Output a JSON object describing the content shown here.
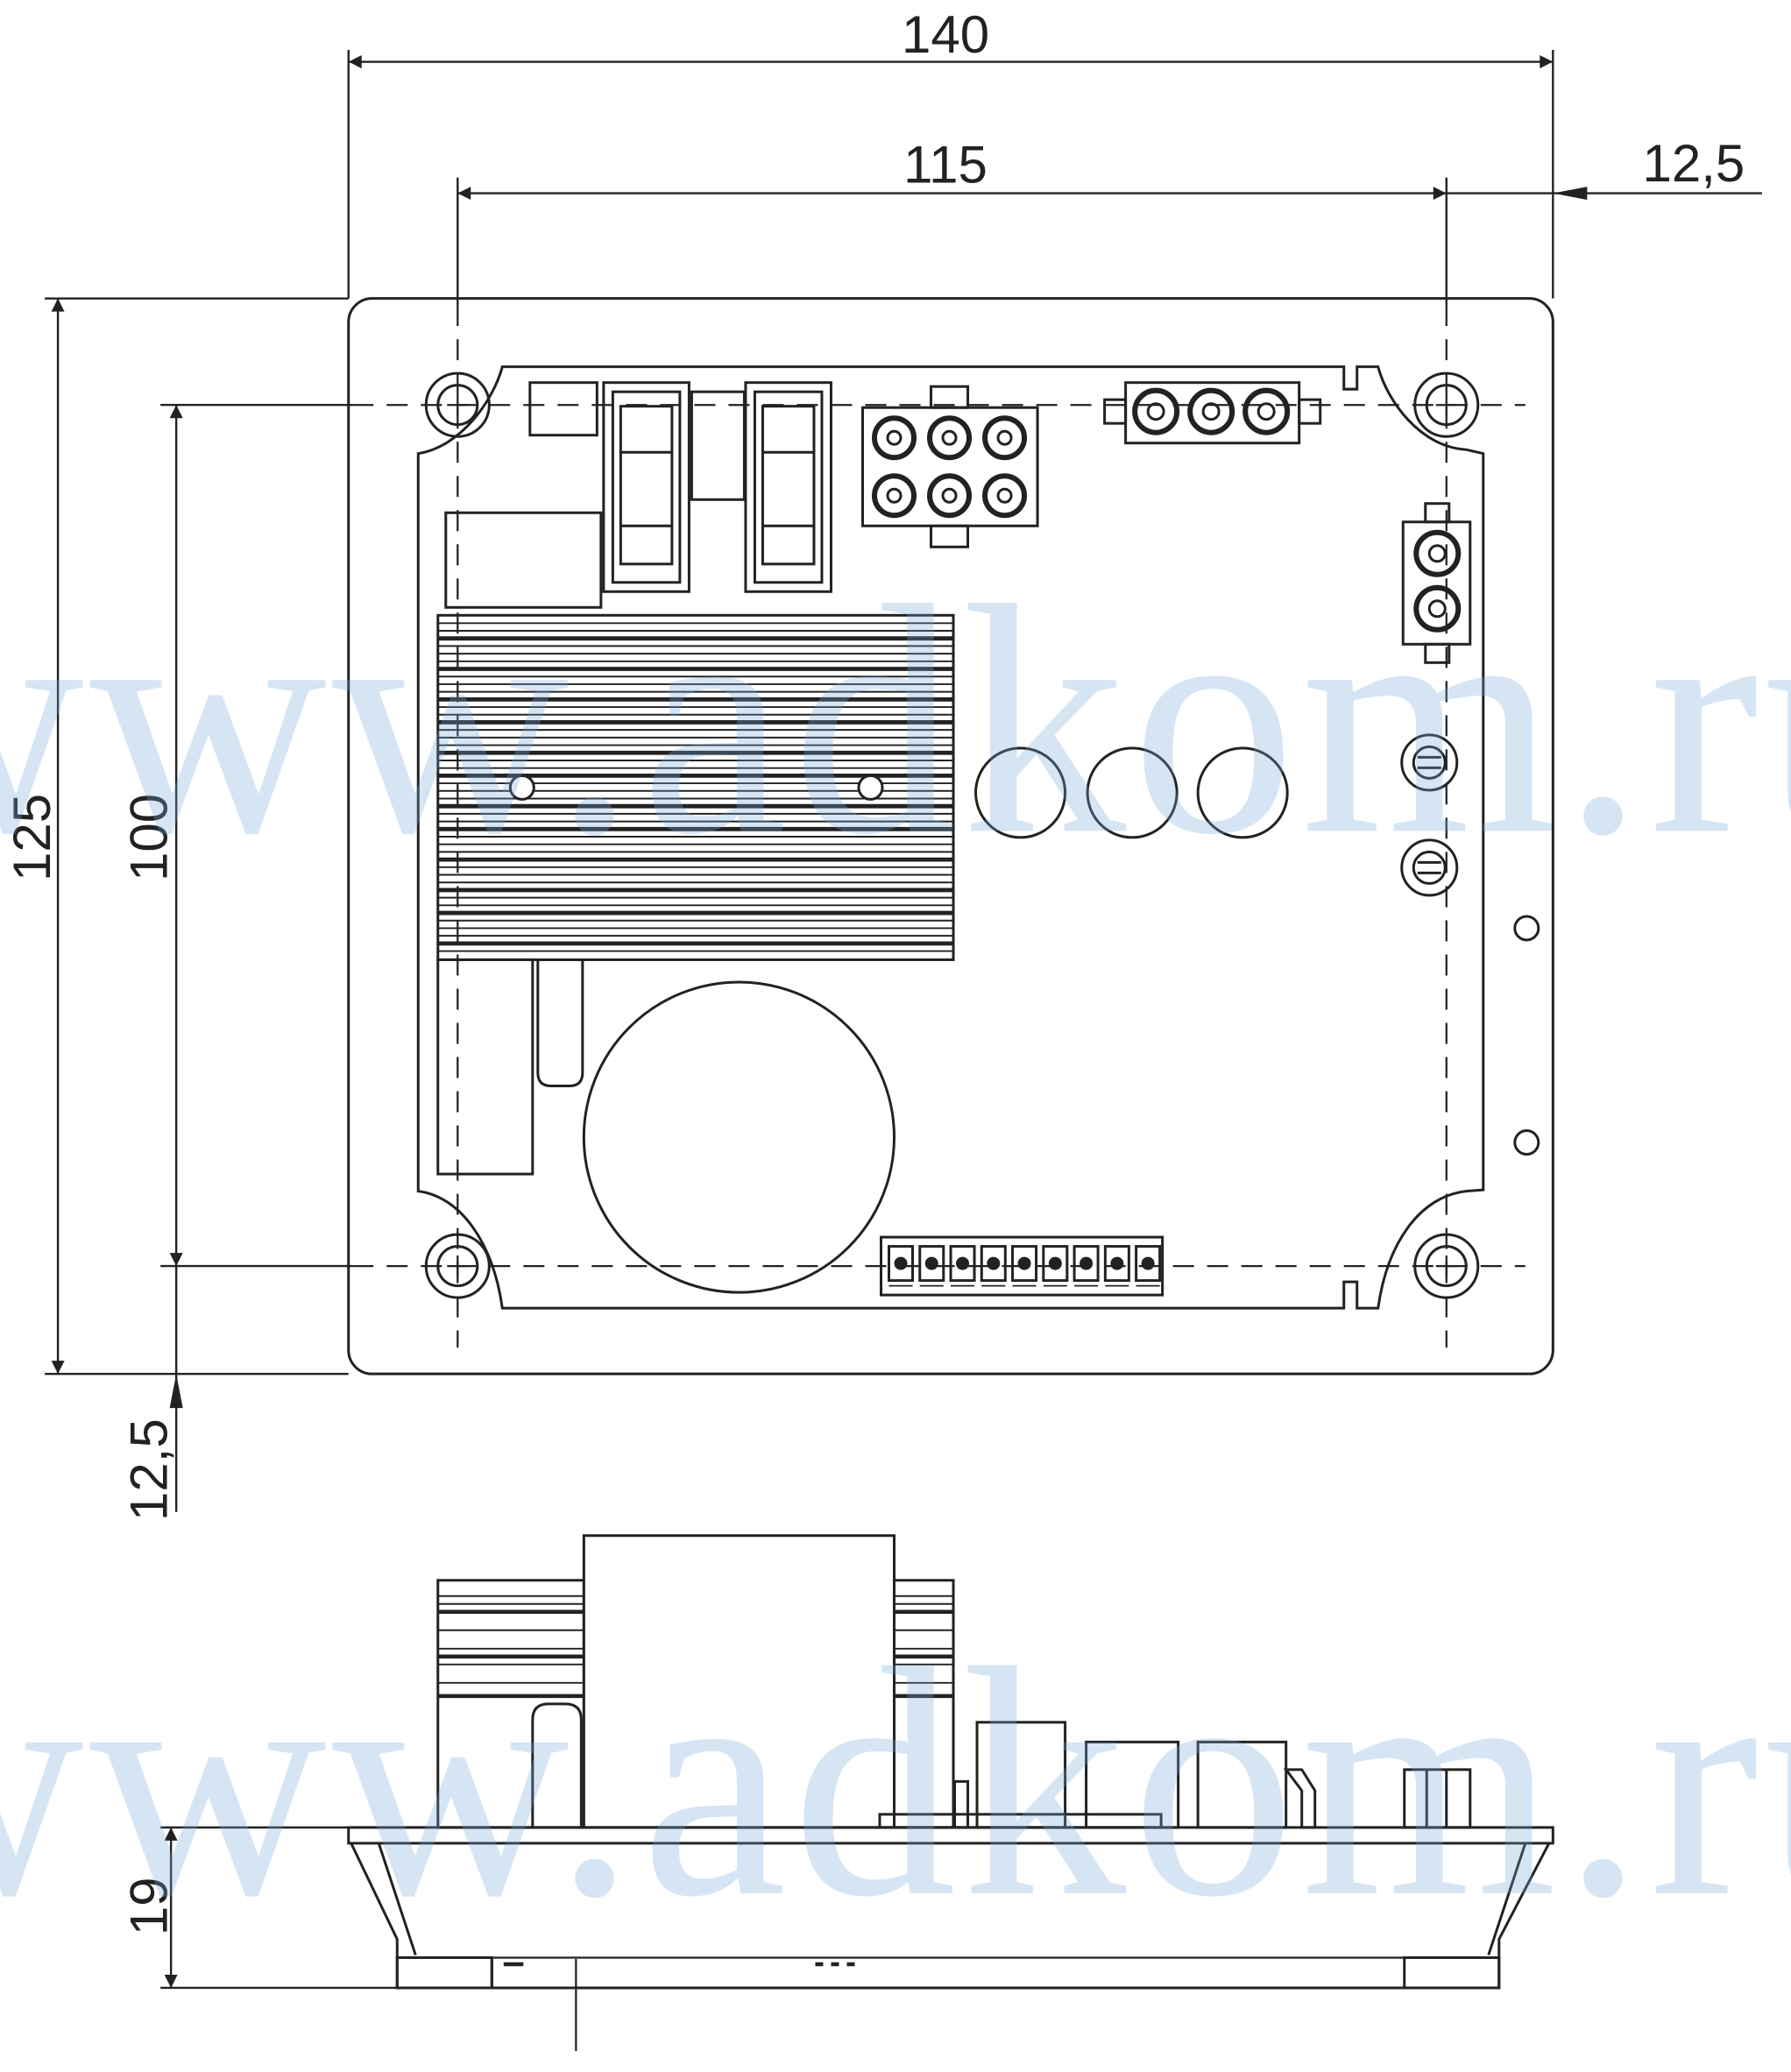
{
  "dimensions": {
    "overall_width": "140",
    "hole_spacing_horizontal": "115",
    "edge_offset_right": "12,5",
    "overall_height": "125",
    "hole_spacing_vertical": "100",
    "edge_offset_bottom": "12,5",
    "side_height": "19"
  },
  "watermark": {
    "top": "www.adkom.ru",
    "bottom": "www.adkom.ru"
  }
}
